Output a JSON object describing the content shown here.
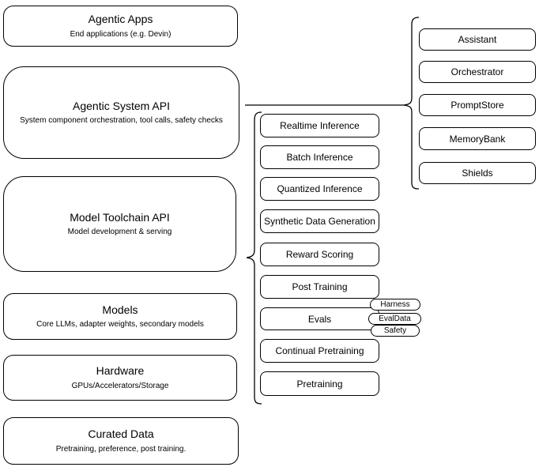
{
  "colors": {
    "background": "#ffffff",
    "stroke": "#000000",
    "text": "#000000"
  },
  "left_stack": {
    "items": [
      {
        "title": "Agentic Apps",
        "subtitle": "End applications (e.g. Devin)"
      },
      {
        "title": "Agentic System API",
        "subtitle": "System component orchestration, tool calls, safety checks"
      },
      {
        "title": "Model Toolchain API",
        "subtitle": "Model development & serving"
      },
      {
        "title": "Models",
        "subtitle": "Core LLMs, adapter weights, secondary models"
      },
      {
        "title": "Hardware",
        "subtitle": "GPUs/Accelerators/Storage"
      },
      {
        "title": "Curated Data",
        "subtitle": "Pretraining, preference, post training."
      }
    ]
  },
  "toolchain": {
    "items": [
      "Realtime Inference",
      "Batch Inference",
      "Quantized Inference",
      "Synthetic Data Generation",
      "Reward Scoring",
      "Post Training",
      "Evals",
      "Continual Pretraining",
      "Pretraining"
    ]
  },
  "evals_tags": {
    "items": [
      "Harness",
      "EvalData",
      "Safety"
    ]
  },
  "components": {
    "items": [
      "Assistant",
      "Orchestrator",
      "PromptStore",
      "MemoryBank",
      "Shields"
    ]
  }
}
